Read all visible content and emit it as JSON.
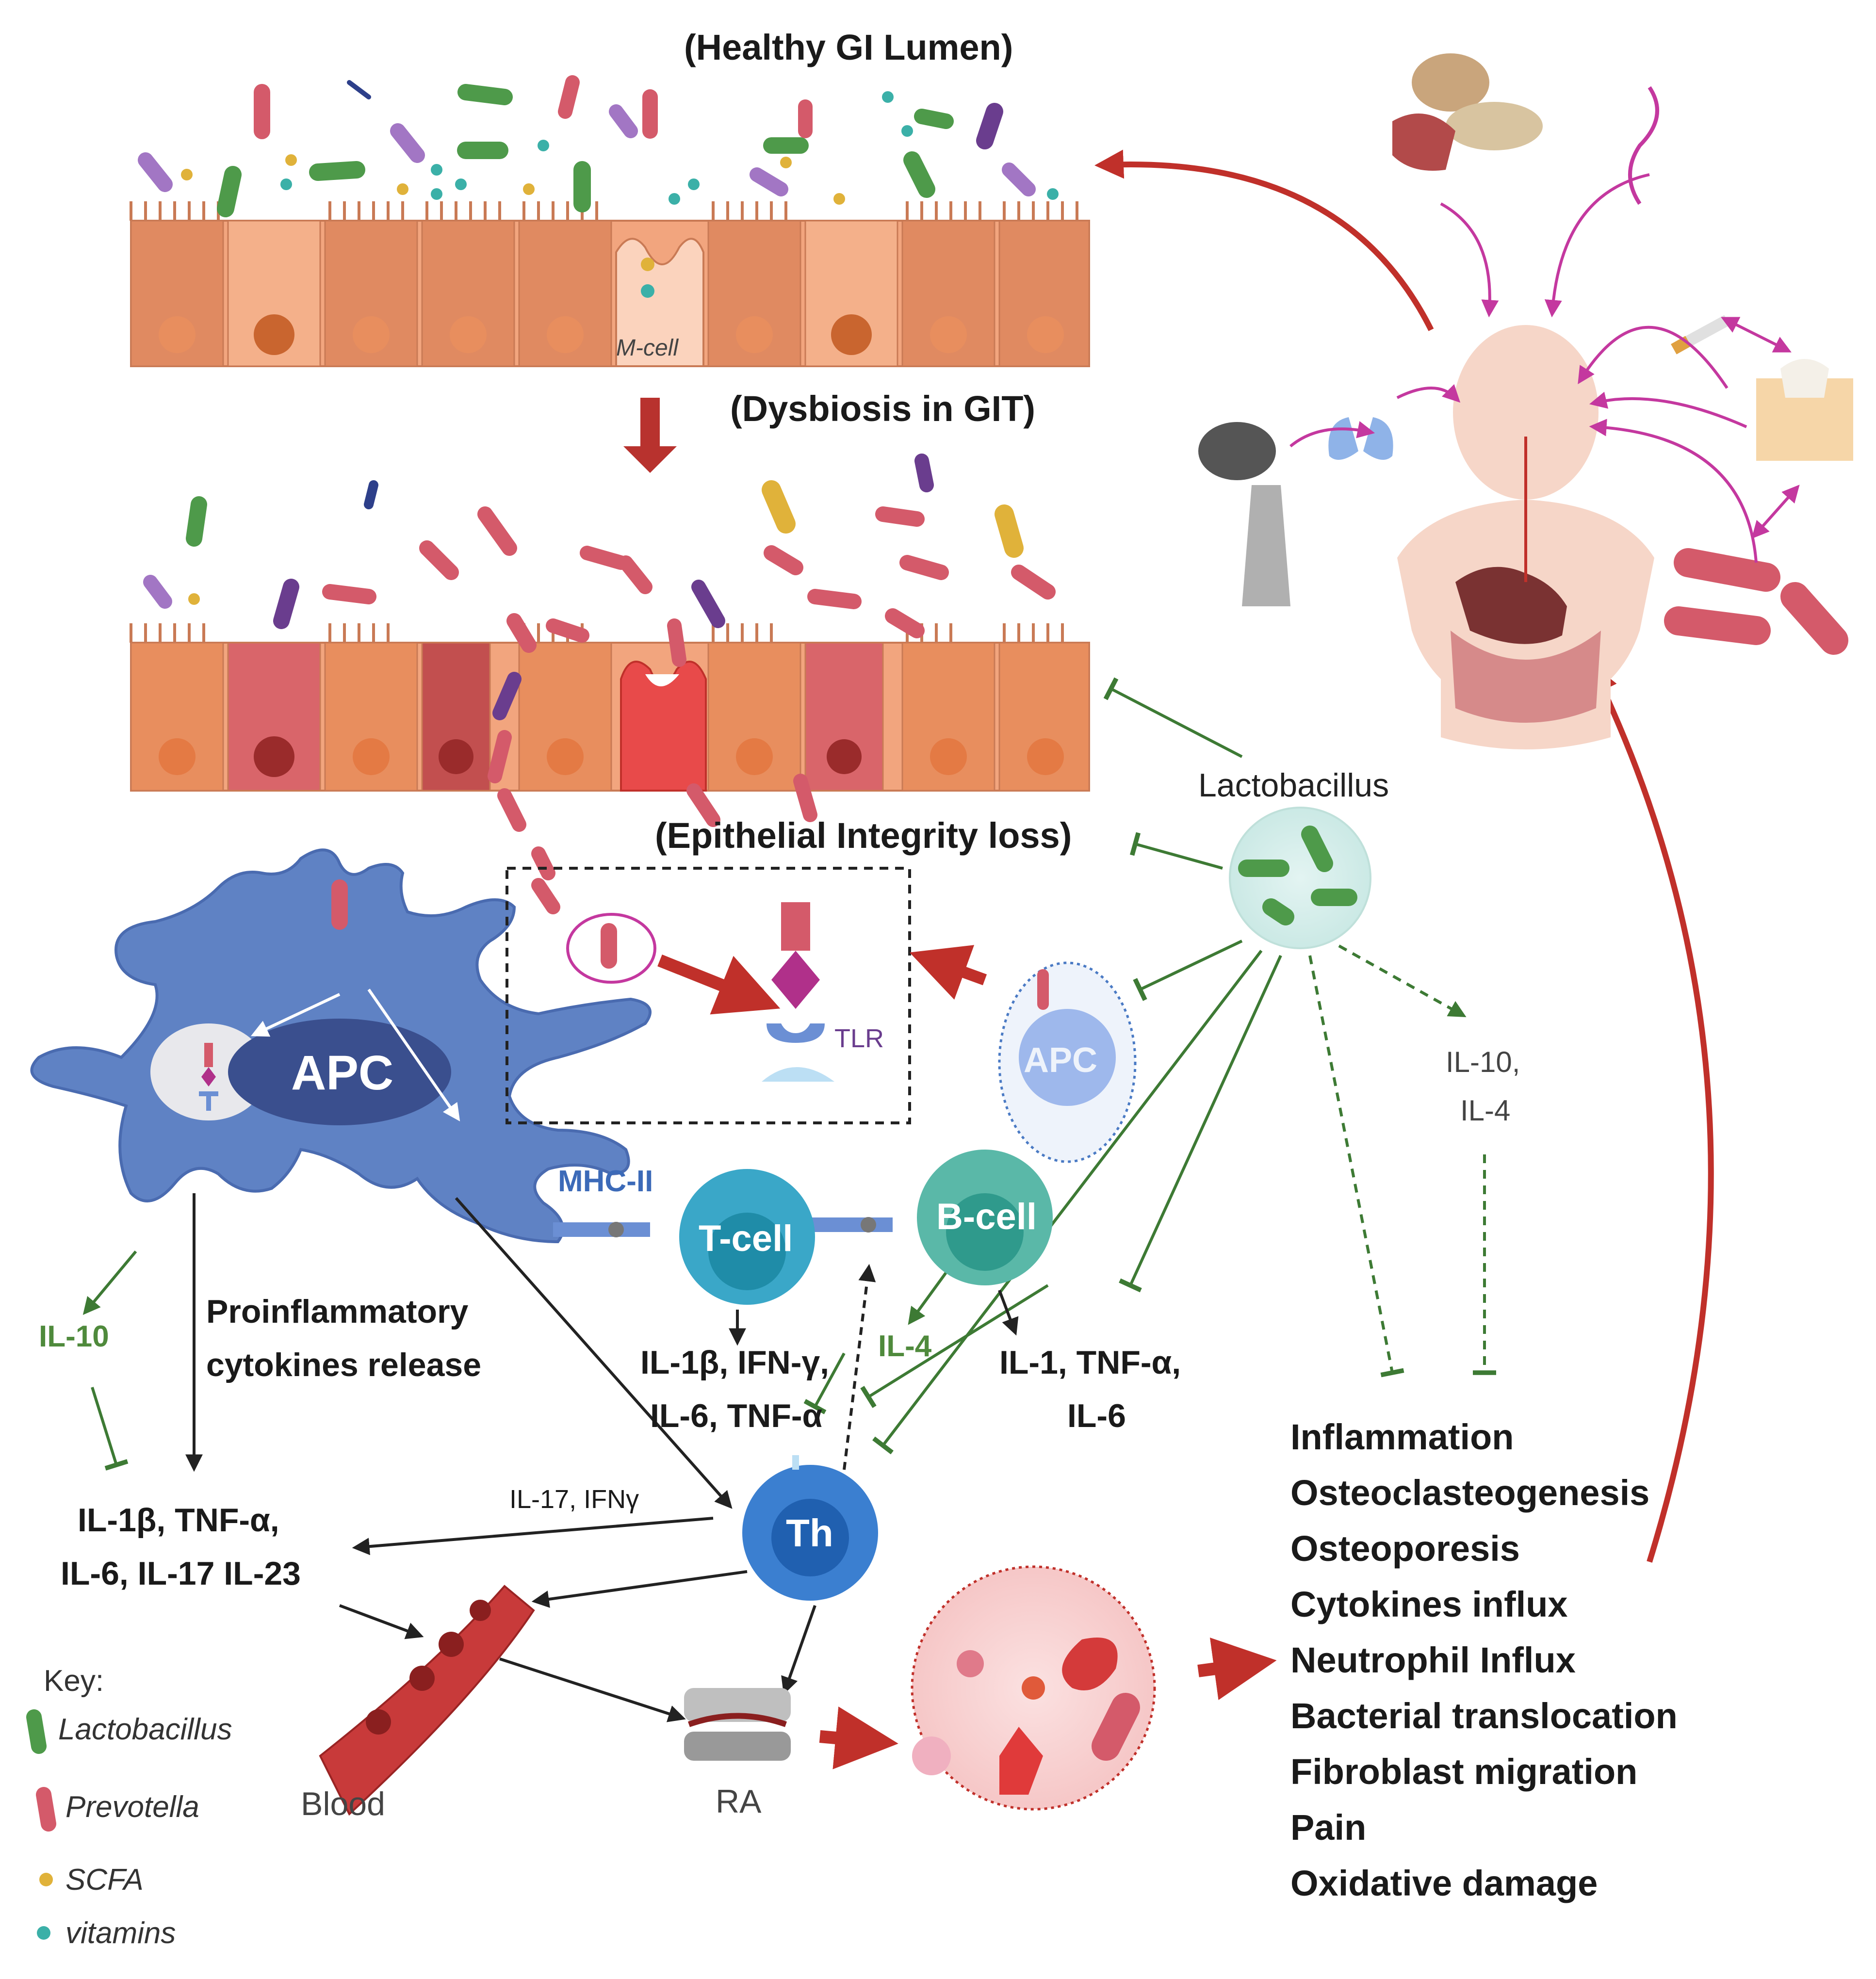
{
  "labels": {
    "healthy_lumen": "(Healthy GI Lumen)",
    "m_cell": "M-cell",
    "dysbiosis": "(Dysbiosis in GIT)",
    "epithelial_loss": "(Epithelial Integrity loss)",
    "lactobacillus": "Lactobacillus",
    "apc_main": "APC",
    "apc_small": "APC",
    "tlr": "TLR",
    "mhc_ii": "MHC-II",
    "t_cell": "T-cell",
    "b_cell": "B-cell",
    "th": "Th",
    "il10_il4_line1": "IL-10,",
    "il10_il4_line2": "IL-4",
    "il10": "IL-10",
    "il4": "IL-4",
    "proinflammatory_line1": "Proinflammatory",
    "proinflammatory_line2": "cytokines release",
    "tcell_cytokines_line1": "IL-1β, IFN-γ,",
    "tcell_cytokines_line2": "IL-6, TNF-α",
    "bcell_cytokines_line1": "IL-1, TNF-α,",
    "bcell_cytokines_line2": "IL-6",
    "il17_ifny": "IL-17, IFNγ",
    "cytokines_line1": "IL-1β, TNF-α,",
    "cytokines_line2": "IL-6, IL-17 IL-23",
    "blood": "Blood",
    "ra": "RA"
  },
  "key": {
    "title": "Key:",
    "items": [
      {
        "label": "Lactobacillus",
        "color": "#4e9a4a"
      },
      {
        "label": "Prevotella",
        "color": "#d45a6a"
      },
      {
        "label": "SCFA",
        "color": "#e0b23a"
      },
      {
        "label": "vitamins",
        "color": "#3bb0a8"
      }
    ]
  },
  "outcomes": [
    "Inflammation",
    "Osteoclasteogenesis",
    "Osteoporesis",
    "Cytokines influx",
    "Neutrophil Influx",
    "Bacterial translocation",
    "Fibroblast migration",
    "Pain",
    "Oxidative damage"
  ],
  "colors": {
    "epithelium": "#f2a57e",
    "apc": "#5f82c4",
    "tcell": "#3aa7c8",
    "bcell": "#5ab8a8",
    "th": "#3b7fd0",
    "lactobacillus": "#4e9a4a",
    "prevotella": "#d45a6a",
    "arrow_red": "#c0302a",
    "arrow_green": "#3d7a34",
    "arrow_magenta": "#c4389f"
  }
}
